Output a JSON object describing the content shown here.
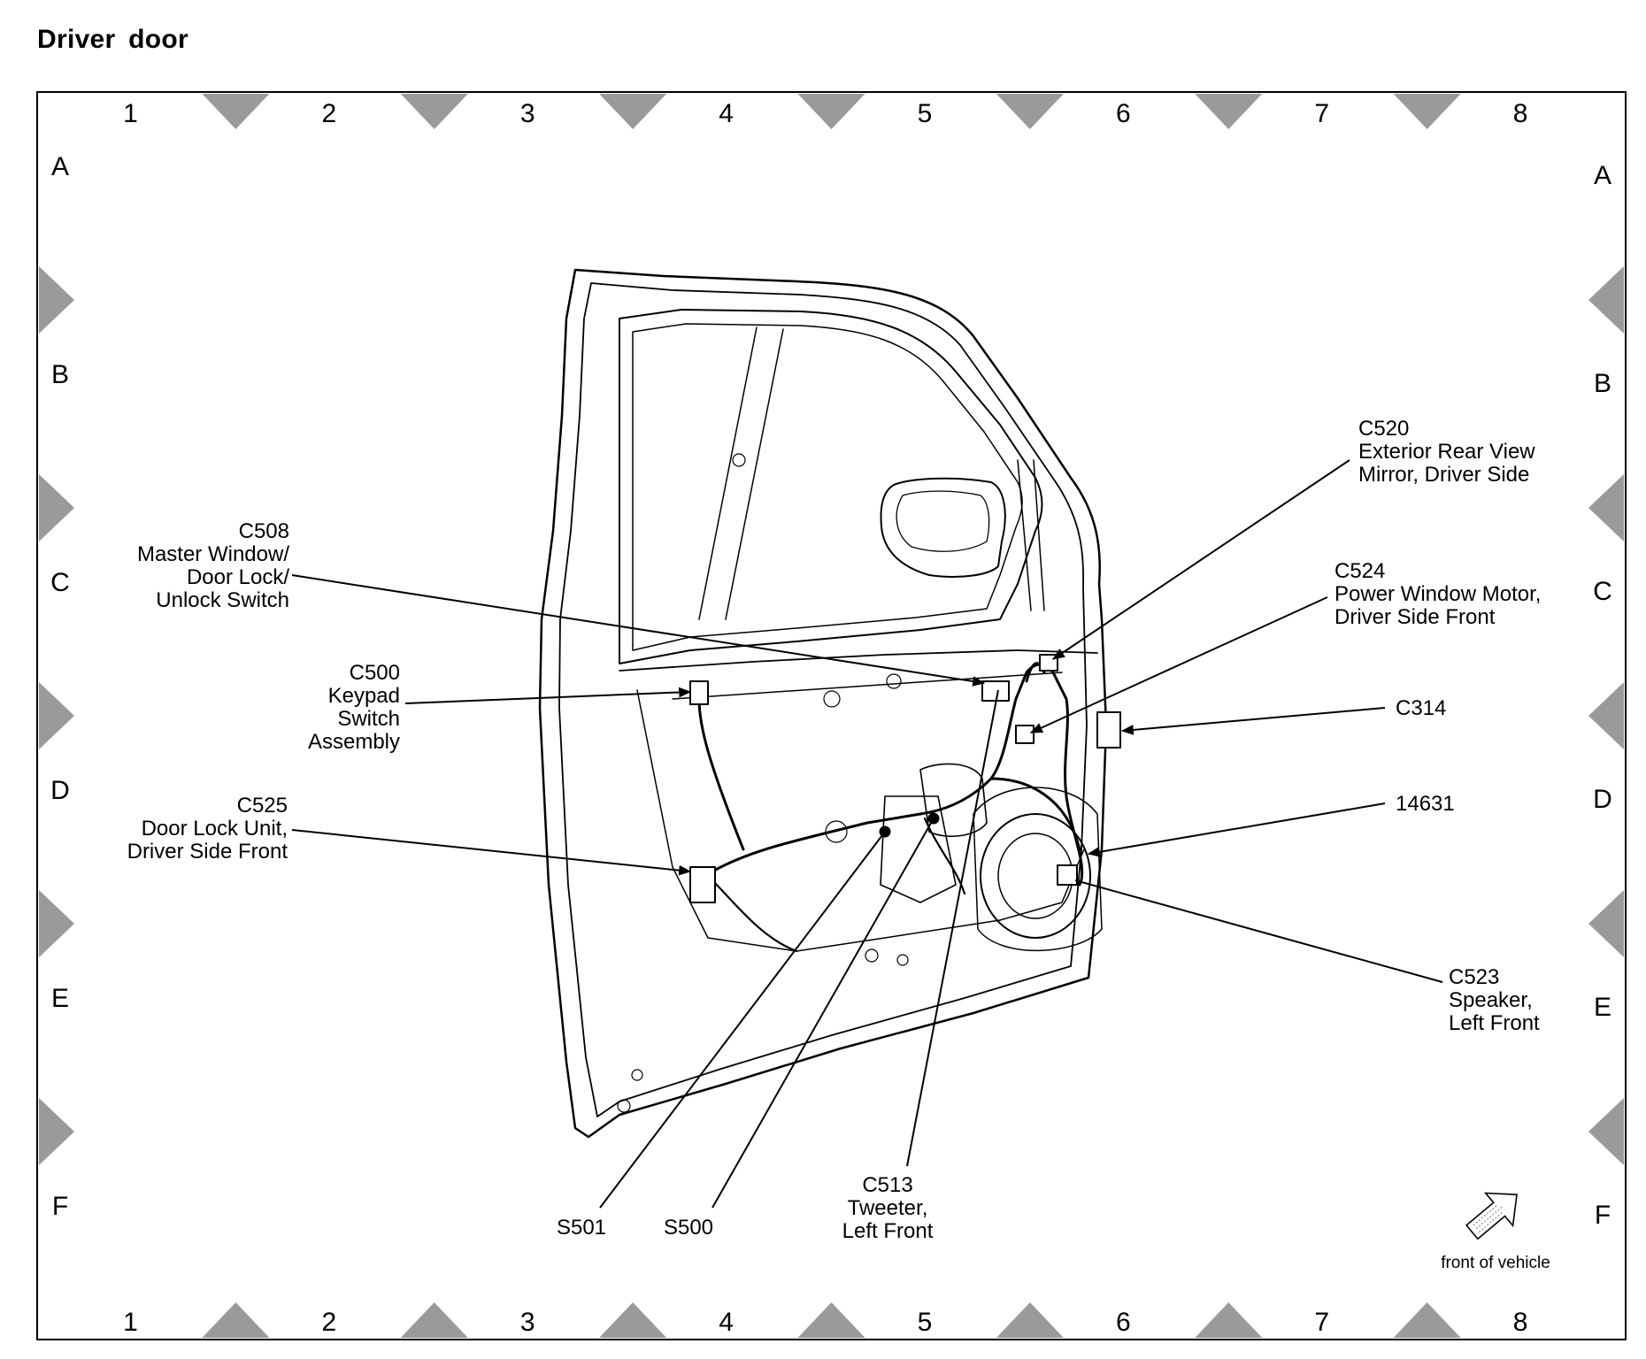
{
  "title": "Driver door",
  "grid": {
    "columns": [
      "1",
      "2",
      "3",
      "4",
      "5",
      "6",
      "7",
      "8"
    ],
    "rows": [
      "A",
      "B",
      "C",
      "D",
      "E",
      "F"
    ]
  },
  "callouts": [
    {
      "id": "c508",
      "lines": [
        "C508",
        "Master Window/",
        "Door Lock/",
        "Unlock Switch"
      ]
    },
    {
      "id": "c500",
      "lines": [
        "C500",
        "Keypad",
        "Switch",
        "Assembly"
      ]
    },
    {
      "id": "c525",
      "lines": [
        "C525",
        "Door Lock Unit,",
        "Driver Side Front"
      ]
    },
    {
      "id": "c520",
      "lines": [
        "C520",
        "Exterior Rear View",
        "Mirror, Driver Side"
      ]
    },
    {
      "id": "c524",
      "lines": [
        "C524",
        "Power Window Motor,",
        "Driver Side Front"
      ]
    },
    {
      "id": "c314",
      "lines": [
        "C314"
      ]
    },
    {
      "id": "p14631",
      "lines": [
        "14631"
      ]
    },
    {
      "id": "c523",
      "lines": [
        "C523",
        "Speaker,",
        "Left Front"
      ]
    },
    {
      "id": "c513",
      "lines": [
        "C513",
        "Tweeter,",
        "Left Front"
      ]
    },
    {
      "id": "s501",
      "lines": [
        "S501"
      ]
    },
    {
      "id": "s500",
      "lines": [
        "S500"
      ]
    }
  ],
  "orientation": {
    "label": "front of vehicle",
    "icon": "direction-arrow-icon"
  },
  "colors": {
    "line": "#000000",
    "marker": "#9a9a9a",
    "background": "#ffffff"
  }
}
